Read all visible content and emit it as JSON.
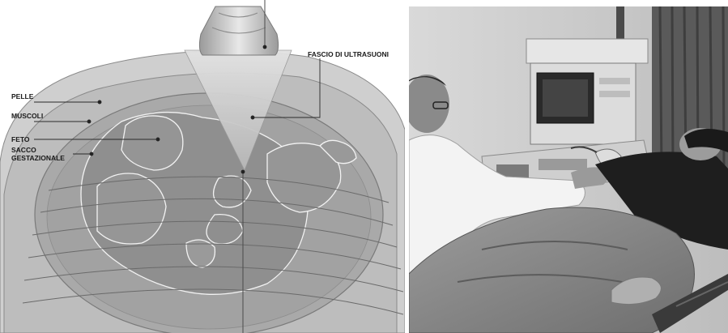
{
  "diagram": {
    "labels": {
      "skin": "PELLE",
      "muscles": "MUSCOLI",
      "fetus": "FETO",
      "gestational_sac_line1": "SACCO",
      "gestational_sac_line2": "GESTAZIONALE",
      "ultrasound_beam": "FASCIO DI ULTRASUONI"
    }
  },
  "colors": {
    "skin_layer": "#cfcfcf",
    "muscle_layer": "#b4b4b4",
    "sac": "#a3a3a3",
    "fetus": "#8e8e8e",
    "beam": "#d6d6d6"
  }
}
